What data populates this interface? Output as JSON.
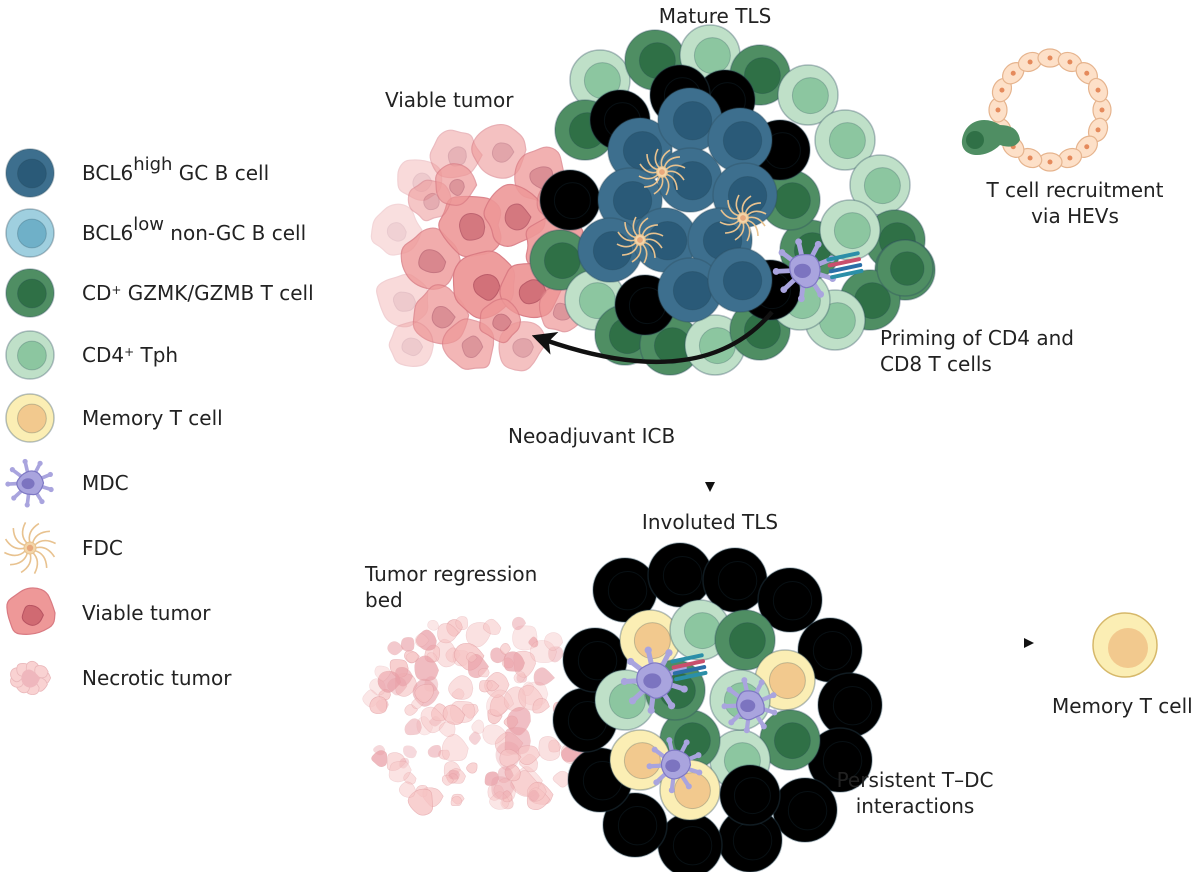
{
  "legend": [
    {
      "icon": "bcl6-high-gc-b-cell-icon",
      "pre": "BCL6",
      "sup": "high",
      "post": " GC B cell"
    },
    {
      "icon": "bcl6-low-non-gc-b-cell-icon",
      "pre": "BCL6",
      "sup": "low",
      "post": " non-GC B cell"
    },
    {
      "icon": "cd8-t-cell-icon",
      "pre": "CD",
      "sup": "+",
      "post": " GZMK/GZMB T cell"
    },
    {
      "icon": "cd4-tph-icon",
      "pre": "CD4",
      "sup": "+",
      "post": " Tph"
    },
    {
      "icon": "memory-t-cell-icon",
      "pre": "Memory T cell",
      "sup": "",
      "post": ""
    },
    {
      "icon": "mdc-icon",
      "pre": "MDC",
      "sup": "",
      "post": ""
    },
    {
      "icon": "fdc-icon",
      "pre": "FDC",
      "sup": "",
      "post": ""
    },
    {
      "icon": "viable-tumor-icon",
      "pre": "Viable tumor",
      "sup": "",
      "post": ""
    },
    {
      "icon": "necrotic-tumor-icon",
      "pre": "Necrotic tumor",
      "sup": "",
      "post": ""
    }
  ],
  "labels": {
    "mature_tls": "Mature TLS",
    "viable_tumor": "Viable tumor",
    "t_cell_recruitment_1": "T cell recruitment",
    "t_cell_recruitment_2": "via HEVs",
    "priming_1": "Priming of CD4 and",
    "priming_2": "CD8 T cells",
    "neoadjuvant_icb": "Neoadjuvant ICB",
    "involuted_tls": "Involuted TLS",
    "tumor_regression_1": "Tumor regression",
    "tumor_regression_2": "bed",
    "memory_t_cell": "Memory T cell",
    "persistent_1": "Persistent T–DC",
    "persistent_2": "interactions"
  },
  "colors": {
    "gc_b_outer": "#3d6f8e",
    "gc_b_inner": "#2a5a78",
    "nongc_b_outer": "#9fcfdf",
    "nongc_b_inner": "#6fb0c8",
    "cd8_outer": "#4f8e63",
    "cd8_inner": "#2f7046",
    "cd4_outer": "#bfe0c8",
    "cd4_inner": "#8cc6a0",
    "memory_outer": "#fbeeb4",
    "memory_inner": "#f2c98e",
    "mdc": "#a9a4de",
    "mdc_nucleus": "#7c74c0",
    "fdc": "#e8c28f",
    "tumor": "#ee9898",
    "tumor_nucleus": "#d06a72",
    "necrotic": "#f7c4c4",
    "hev": "#fde0c8"
  }
}
